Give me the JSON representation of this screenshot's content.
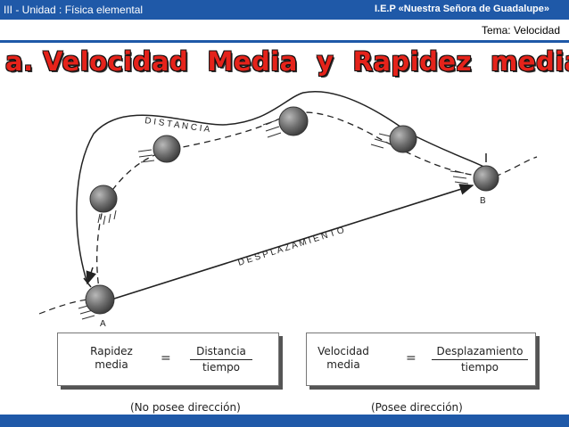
{
  "header": {
    "left_text": "III - Unidad : Física  elemental",
    "right_text": "I.E.P «Nuestra Señora de Guadalupe»"
  },
  "topic": "Tema: Velocidad",
  "title": "a. Velocidad  Media  y  Rapidez  media",
  "diagram": {
    "distance_label": "D I S T A N C I A",
    "displacement_label": "D E S P L A Z A M I E N T O",
    "point_a": "A",
    "point_b": "B"
  },
  "formula_speed": {
    "term": "Rapidez\nmedia",
    "equals": "=",
    "numerator": "Distancia",
    "denominator": "tiempo",
    "caption": "(No posee dirección)"
  },
  "formula_velocity": {
    "term": "Velocidad\nmedia",
    "equals": "=",
    "numerator": "Desplazamiento",
    "denominator": "tiempo",
    "caption": "(Posee dirección)"
  },
  "colors": {
    "bar": "#1f59a8",
    "title": "#e5231b"
  }
}
